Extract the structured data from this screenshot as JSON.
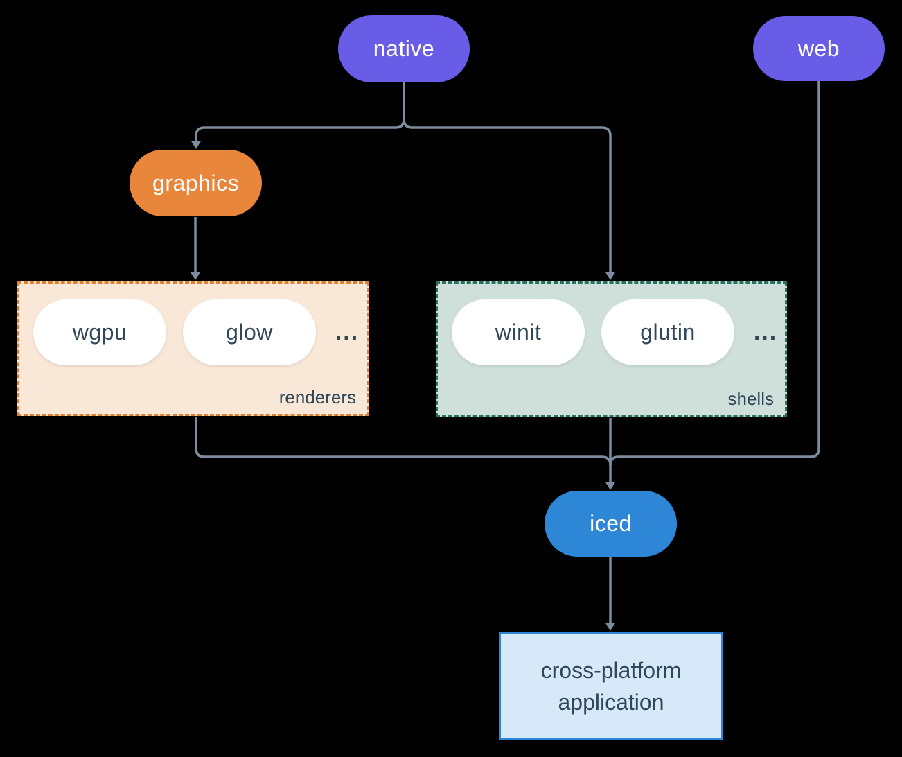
{
  "colors": {
    "bg": "#000000",
    "purple": "#695ce7",
    "orange": "#e8873c",
    "blue": "#2d87d6",
    "peach-fill": "#f9e7d8",
    "peach-border": "#e0802f",
    "sage-fill": "#cfdfd9",
    "teal-border": "#277262",
    "appbox-fill": "#d7e8f9",
    "edge": "#7d8c9e",
    "ink": "#2f4858"
  },
  "nodes": {
    "native": {
      "label": "native"
    },
    "web": {
      "label": "web"
    },
    "graphics": {
      "label": "graphics"
    },
    "iced": {
      "label": "iced"
    },
    "app": {
      "label": "cross-platform application"
    }
  },
  "groups": {
    "renderers": {
      "label": "renderers",
      "items": [
        "wgpu",
        "glow"
      ],
      "ellipsis": "..."
    },
    "shells": {
      "label": "shells",
      "items": [
        "winit",
        "glutin"
      ],
      "ellipsis": "..."
    }
  },
  "edges": [
    {
      "from": "native",
      "to": "graphics"
    },
    {
      "from": "native",
      "to": "shells"
    },
    {
      "from": "graphics",
      "to": "renderers"
    },
    {
      "from": "renderers",
      "to": "iced"
    },
    {
      "from": "shells",
      "to": "iced"
    },
    {
      "from": "web",
      "to": "iced"
    },
    {
      "from": "iced",
      "to": "app"
    }
  ]
}
